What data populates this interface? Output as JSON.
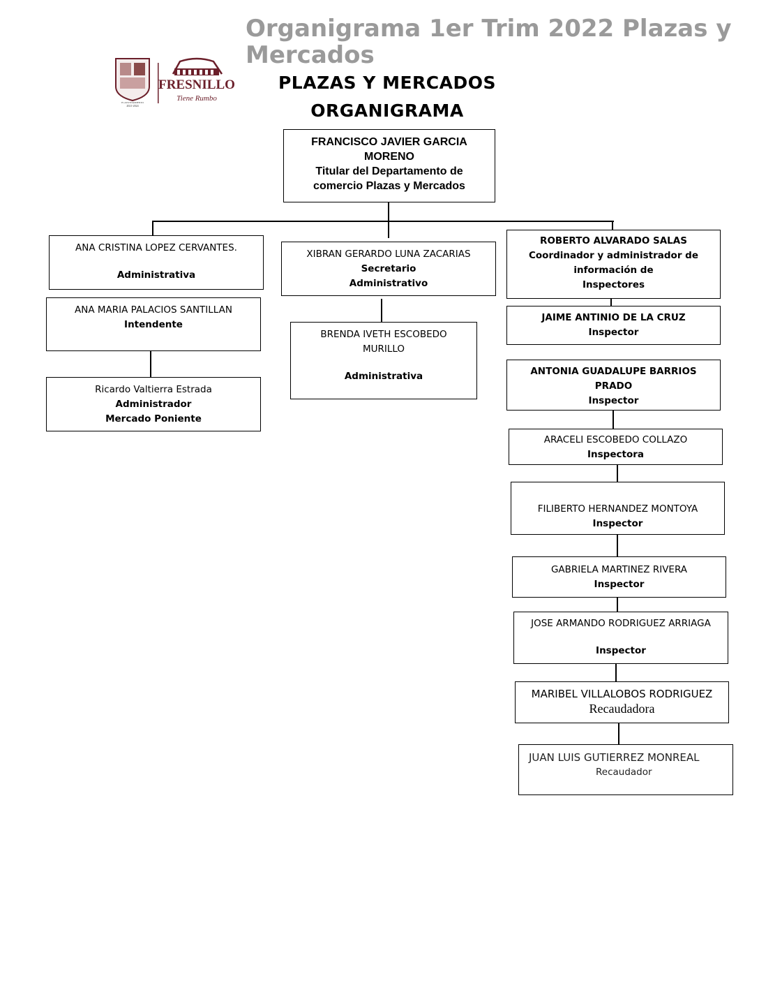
{
  "document": {
    "title_line1": "Organigrama 1er Trim 2022 Plazas y",
    "title_line2": "Mercados"
  },
  "logo": {
    "seal_text_1": "H. AYUNTAMIENTO",
    "seal_text_2": "2021-2024",
    "wordmark": "FRESNILLO",
    "tagline": "Tiene Rumbo",
    "brand_color": "#6b1f2a"
  },
  "chart": {
    "heading_1": "PLAZAS Y MERCADOS",
    "heading_2": "ORGANIGRAMA"
  },
  "head": {
    "name_1": "FRANCISCO JAVIER GARCIA",
    "name_2": "MORENO",
    "role_1": "Titular del Departamento de",
    "role_2": "comercio Plazas y Mercados"
  },
  "left": [
    {
      "name": "ANA CRISTINA LOPEZ CERVANTES.",
      "role": "Administrativa"
    },
    {
      "name": "ANA MARIA PALACIOS SANTILLAN",
      "role": "Intendente"
    },
    {
      "name": "Ricardo Valtierra Estrada",
      "role_1": "Administrador",
      "role_2": "Mercado Poniente"
    }
  ],
  "middle": [
    {
      "name": "XIBRAN GERARDO LUNA ZACARIAS",
      "role_1": "Secretario",
      "role_2": "Administrativo"
    },
    {
      "name_1": "BRENDA IVETH ESCOBEDO",
      "name_2": "MURILLO",
      "role": "Administrativa"
    }
  ],
  "right": [
    {
      "name": "ROBERTO ALVARADO SALAS",
      "role_1": "Coordinador y administrador de",
      "role_2": "información de",
      "role_3": "Inspectores"
    },
    {
      "name": "JAIME ANTINIO DE LA CRUZ",
      "role": "Inspector"
    },
    {
      "name_1": "ANTONIA GUADALUPE BARRIOS",
      "name_2": "PRADO",
      "role": "Inspector"
    },
    {
      "name": "ARACELI ESCOBEDO COLLAZO",
      "role": "Inspectora"
    },
    {
      "name": "FILIBERTO HERNANDEZ MONTOYA",
      "role": "Inspector"
    },
    {
      "name": "GABRIELA MARTINEZ RIVERA",
      "role": "Inspector"
    },
    {
      "name": "JOSE ARMANDO RODRIGUEZ ARRIAGA",
      "role": "Inspector"
    },
    {
      "name": "MARIBEL VILLALOBOS RODRIGUEZ",
      "role": "Recaudadora"
    },
    {
      "name": "JUAN LUIS GUTIERREZ MONREAL",
      "role": "Recaudador"
    }
  ]
}
